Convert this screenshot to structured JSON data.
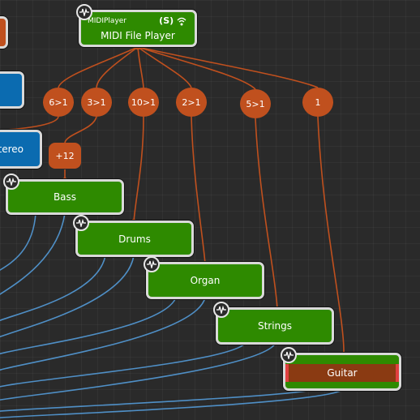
{
  "midi_player": {
    "type_label": "MIDIPlayer",
    "title": "MIDI File Player",
    "status_glyph": "(S)",
    "icon": "wifi-icon"
  },
  "channel_ops": [
    {
      "label": "6>1"
    },
    {
      "label": "3>1"
    },
    {
      "label": "10>1"
    },
    {
      "label": "2>1"
    },
    {
      "label": "5>1"
    },
    {
      "label": "1"
    }
  ],
  "transpose_op": {
    "label": "+12"
  },
  "partial_nodes": {
    "stereo_label": "tereo"
  },
  "instruments": {
    "bass": "Bass",
    "drums": "Drums",
    "organ": "Organ",
    "strings": "Strings",
    "guitar": "Guitar"
  },
  "colors": {
    "node_green": "#2e8a00",
    "node_blue": "#0b6bb0",
    "node_orange": "#c0501e",
    "midi_wire": "#c0501e",
    "audio_wire": "#4f8fc6",
    "canvas": "#2a2a2a"
  }
}
